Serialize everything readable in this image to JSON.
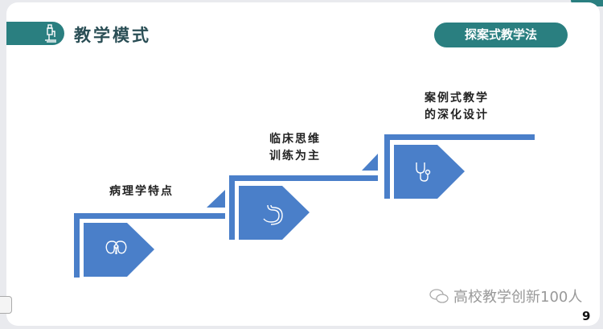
{
  "header": {
    "title": "教学模式",
    "badge": "探案式教学法",
    "title_icon": "microscope-icon"
  },
  "steps": [
    {
      "label_lines": [
        "病理学特点"
      ],
      "icon": "kidney-icon"
    },
    {
      "label_lines": [
        "临床思维",
        "训练为主"
      ],
      "icon": "stomach-icon"
    },
    {
      "label_lines": [
        "案例式教学",
        "的深化设计"
      ],
      "icon": "stethoscope-icon"
    }
  ],
  "footer": {
    "watermark": "高校教学创新100人",
    "page_number": "9"
  },
  "colors": {
    "teal": "#2a7f80",
    "step_blue": "#4a7fc9"
  }
}
